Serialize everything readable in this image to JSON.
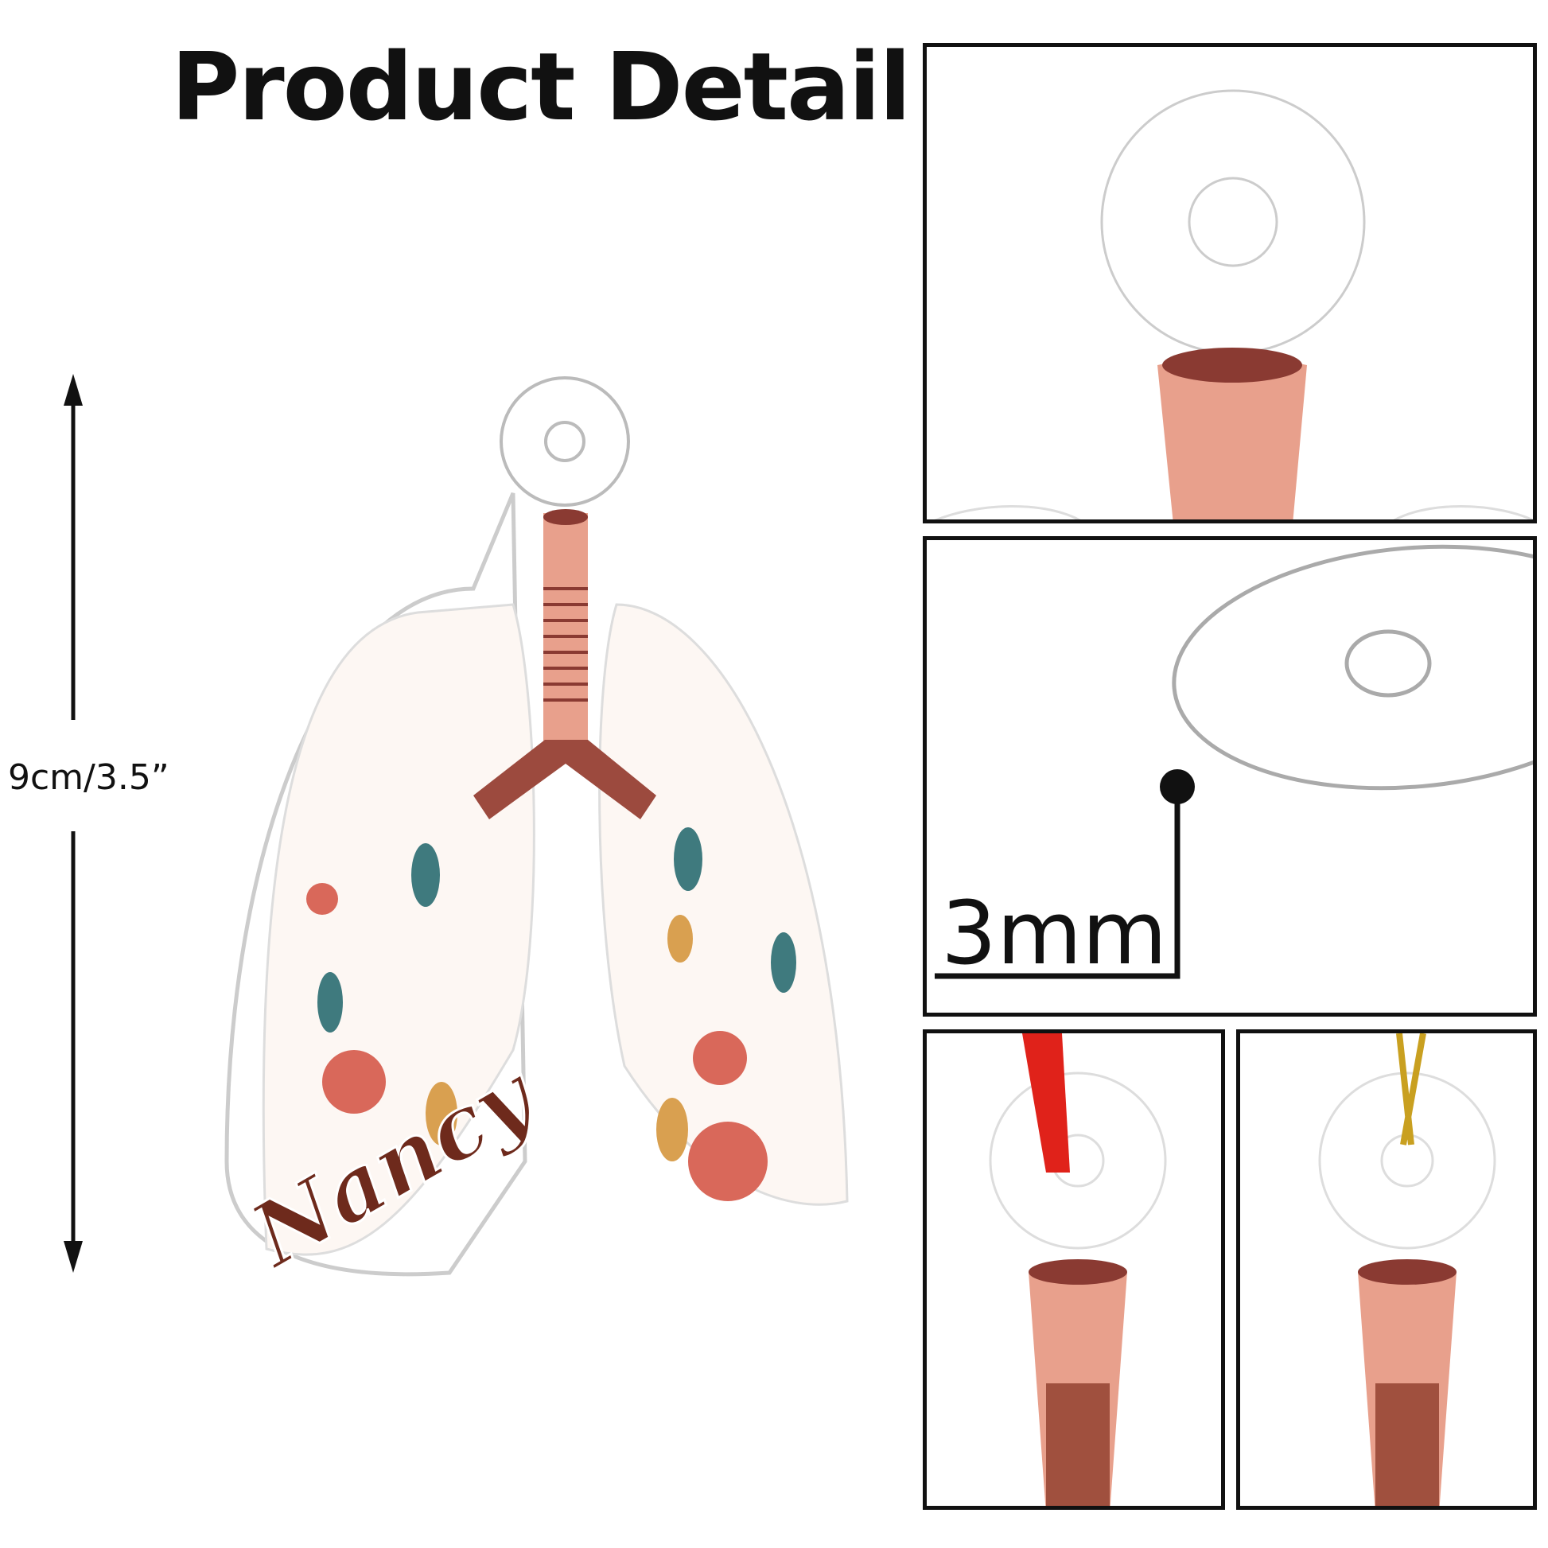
{
  "title": "Product Detail",
  "dimension_label": "9cm/3.5”",
  "thickness_label": "3mm",
  "ornament_name": "Nancy",
  "colors": {
    "trachea": "#e8a08c",
    "trachea_dark": "#8a3a32",
    "leaf": "#3f7a7e",
    "flower": "#d9685a",
    "gold": "#d9a050",
    "ribbon": "#e0221a"
  }
}
